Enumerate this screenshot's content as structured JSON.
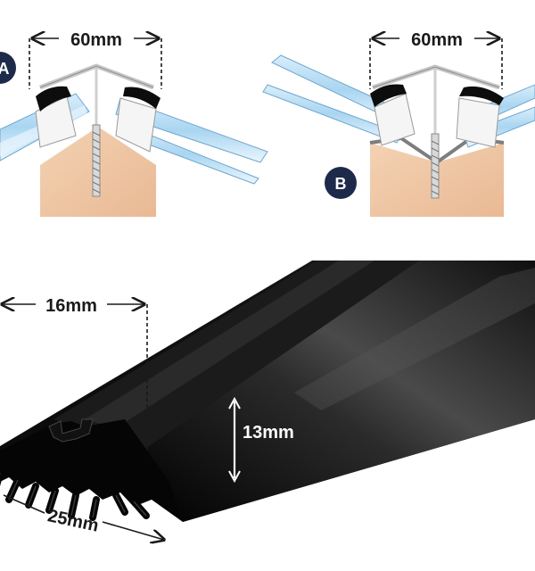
{
  "labels": {
    "diagram_a_badge": "A",
    "diagram_b_badge": "B",
    "a_width": "60mm",
    "b_width": "60mm",
    "top_width": "16mm",
    "height": "13mm",
    "base_width": "25mm"
  },
  "colors": {
    "badge": "#1e2a4a",
    "wood": "#f0c8a8",
    "glazing": "#a8d4f0",
    "glazing_edge": "#6fa7cf",
    "profile": "#0a0a0a",
    "metal": "#bdbdbd"
  }
}
